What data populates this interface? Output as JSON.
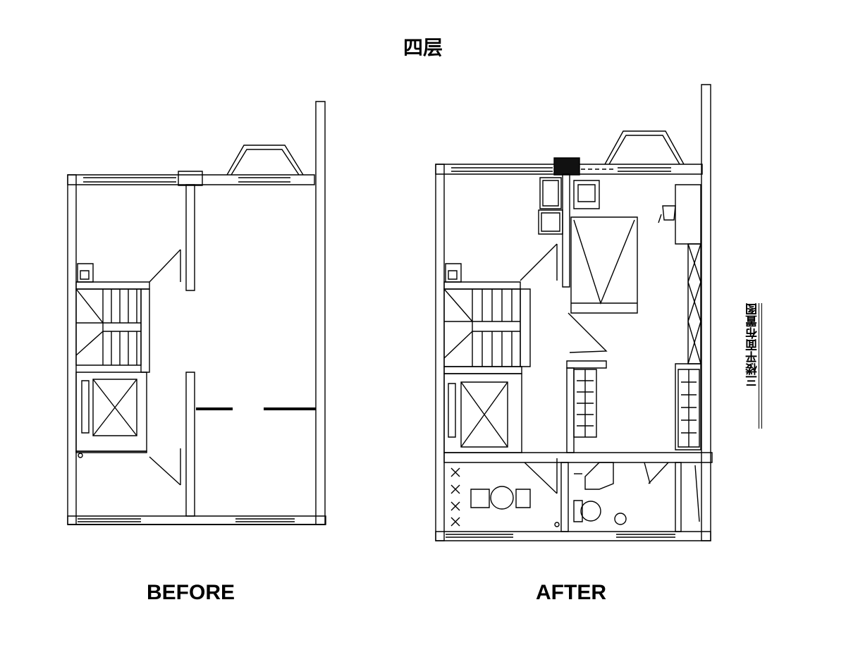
{
  "title": "四层",
  "before": {
    "caption": "BEFORE"
  },
  "after": {
    "caption": "AFTER",
    "side_label": "三楼平面布置图"
  },
  "colors": {
    "line": "#000000",
    "background": "#ffffff",
    "fill_dark": "#111111"
  }
}
